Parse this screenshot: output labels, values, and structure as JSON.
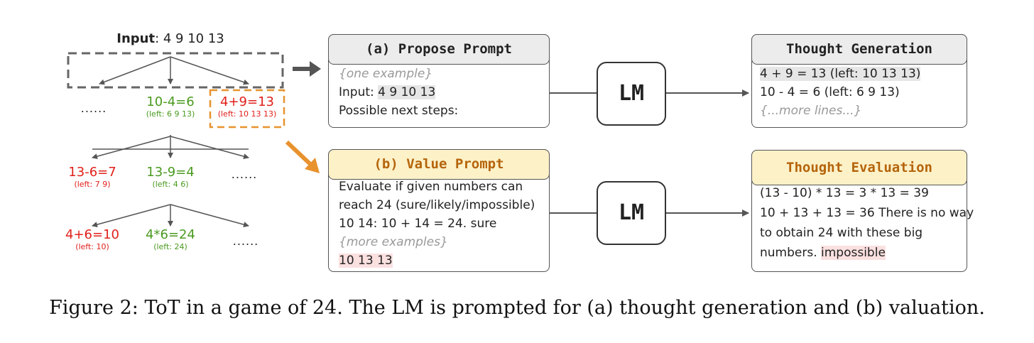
{
  "tree": {
    "input_label": "Input",
    "input_value": ": 4 9 10 13",
    "level1": [
      {
        "main": "......",
        "sub": "",
        "color": "dots"
      },
      {
        "main": "10-4=6",
        "sub": "(left: 6 9 13)",
        "color": "green"
      },
      {
        "main": "4+9=13",
        "sub": "(left: 10 13 13)",
        "color": "red"
      }
    ],
    "level2": [
      {
        "main": "13-6=7",
        "sub": "(left: 7 9)",
        "color": "red"
      },
      {
        "main": "13-9=4",
        "sub": "(left: 4 6)",
        "color": "green"
      },
      {
        "main": "......",
        "sub": "",
        "color": "dots"
      }
    ],
    "level3": [
      {
        "main": "4+6=10",
        "sub": "(left: 10)",
        "color": "red"
      },
      {
        "main": "4*6=24",
        "sub": "(left: 24)",
        "color": "green"
      },
      {
        "main": "......",
        "sub": "",
        "color": "dots"
      }
    ]
  },
  "propose": {
    "header": "(a) Propose Prompt",
    "line1": "{one example}",
    "line2_prefix": "Input: ",
    "line2_value": "4 9 10 13",
    "line3": "Possible next steps:"
  },
  "value": {
    "header": "(b) Value Prompt",
    "line1": "Evaluate if given numbers can",
    "line2": "reach 24 (sure/likely/impossible)",
    "line3": "10 14: 10 + 14 = 24. sure",
    "line4": "{more examples}",
    "line5": "10 13 13"
  },
  "lm": {
    "label_top": "LM",
    "label_bottom": "LM"
  },
  "generation": {
    "header": "Thought Generation",
    "line1": "4 + 9 = 13 (left: 10 13 13)",
    "line2": "10 - 4 = 6 (left: 6 9 13)",
    "line3": "{...more lines...}"
  },
  "evaluation": {
    "header": "Thought Evaluation",
    "line1": "(13 - 10) * 13 = 3 * 13 = 39",
    "line2": "10 + 13 + 13 = 36 There is no way",
    "line3": "to obtain 24 with these big",
    "line4_prefix": "numbers. ",
    "line4_value": "impossible"
  },
  "caption": "Figure 2: ToT in a game of 24. The LM is prompted for (a) thought generation and (b) valuation.",
  "colors": {
    "green": "#4a9a1f",
    "red": "#e0201b",
    "orange": "#e8922e",
    "header_yellow": "#fdf1c8",
    "header_gray": "#ececec"
  }
}
